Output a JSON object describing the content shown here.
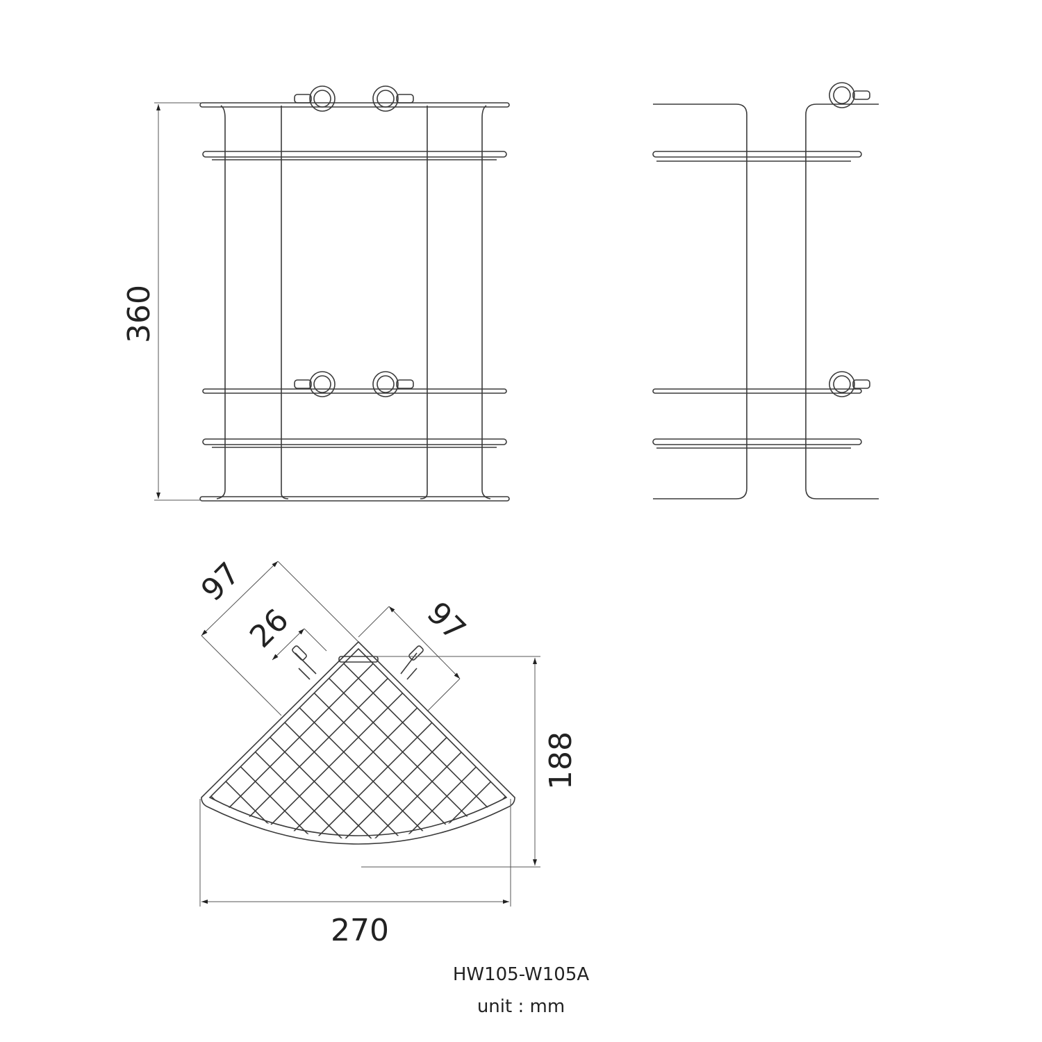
{
  "drawing": {
    "model": "HW105-W105A",
    "unit_label": "unit : mm",
    "dimensions": {
      "height": "360",
      "width": "270",
      "depth": "188",
      "left_side": "97",
      "right_side": "97",
      "bracket_offset": "26"
    },
    "line_color": "#3a3a3a",
    "dimension_line_color": "#555555"
  }
}
